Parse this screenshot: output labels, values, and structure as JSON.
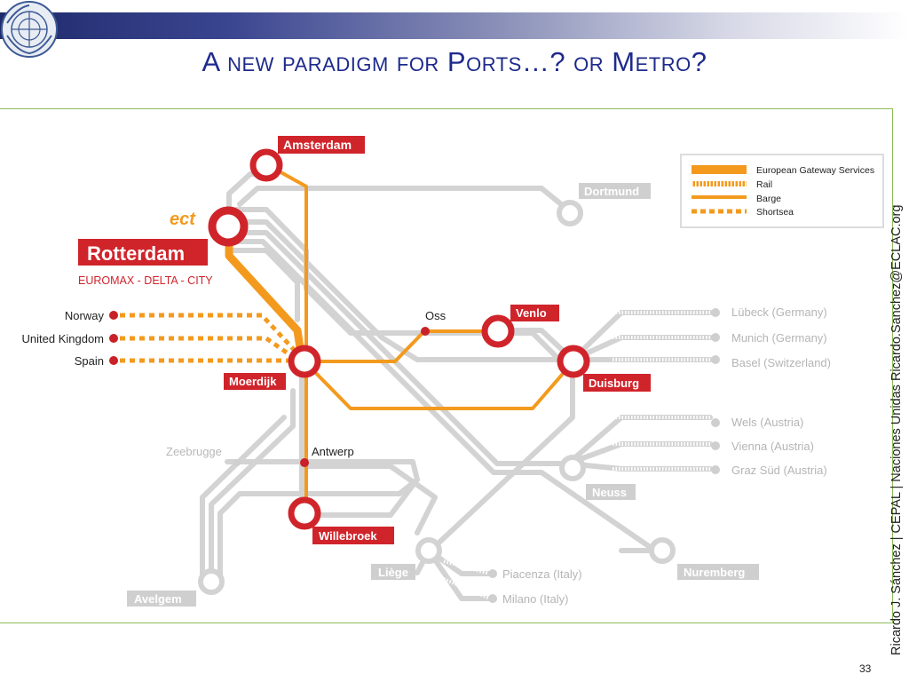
{
  "slide": {
    "title": "A new paradigm for Ports…? or Metro?",
    "side_text": "Ricardo J. Sánchez | CEPAL | Naciones Unidas   Ricardo.Sanchez@ECLAC.org",
    "page_number": "33"
  },
  "map": {
    "hubs": {
      "amsterdam": "Amsterdam",
      "rotterdam": "Rotterdam",
      "rotterdam_sub": "EUROMAX - DELTA - CITY",
      "ect": "ect",
      "moerdijk": "Moerdijk",
      "venlo": "Venlo",
      "duisburg": "Duisburg",
      "willebroek": "Willebroek"
    },
    "stops": {
      "oss": "Oss",
      "antwerp": "Antwerp",
      "zeebrugge": "Zeebrugge"
    },
    "grey_stations": {
      "dortmund": "Dortmund",
      "neuss": "Neuss",
      "liege": "Liège",
      "nuremberg": "Nuremberg",
      "avelgem": "Avelgem"
    },
    "shortsea_origins": [
      "Norway",
      "United Kingdom",
      "Spain"
    ],
    "rail_destinations": [
      "Lübeck (Germany)",
      "Munich (Germany)",
      "Basel (Switzerland)",
      "Wels (Austria)",
      "Vienna (Austria)",
      "Graz Süd (Austria)"
    ],
    "italy_destinations": [
      "Piacenza (Italy)",
      "Milano (Italy)"
    ],
    "legend": {
      "egs": "European Gateway Services",
      "rail": "Rail",
      "barge": "Barge",
      "shortsea": "Shortsea"
    }
  },
  "colors": {
    "red": "#d0242b",
    "orange": "#f39a1e",
    "grey_line": "#d0d0d0",
    "title_blue": "#1e2a8c",
    "frame_green": "#8dbb5a"
  }
}
